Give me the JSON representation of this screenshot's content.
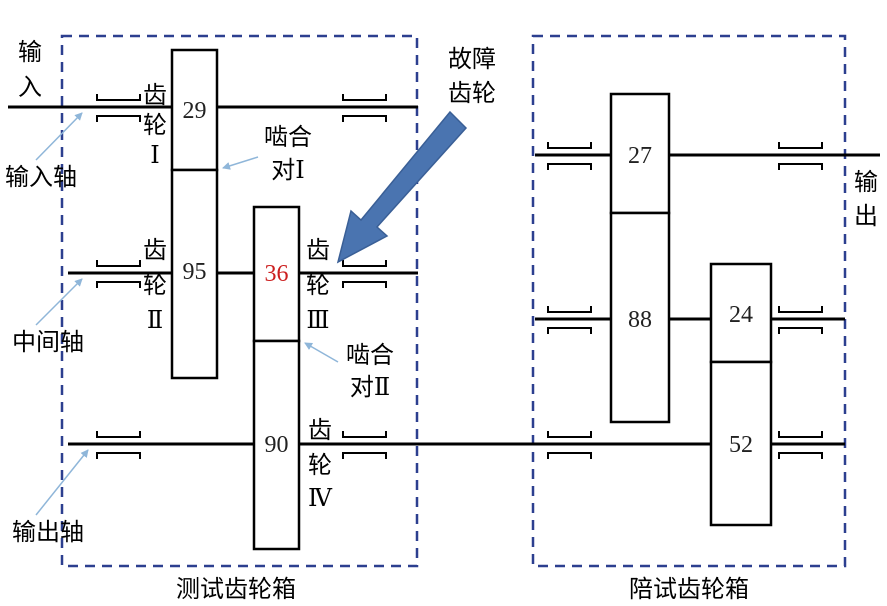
{
  "gearbox_labels": {
    "test": "测试齿轮箱",
    "companion": "陪试齿轮箱"
  },
  "shaft_labels": {
    "input_top": "输",
    "input_bottom": "入",
    "output_top": "输",
    "output_bottom": "出",
    "input_shaft": "输入轴",
    "intermediate_shaft": "中间轴",
    "output_shaft": "输出轴"
  },
  "fault_label": {
    "line1": "故障",
    "line2": "齿轮"
  },
  "gear_labels": [
    {
      "line1": "齿",
      "line2": "轮",
      "line3": "Ⅰ"
    },
    {
      "line1": "齿",
      "line2": "轮",
      "line3": "Ⅱ"
    },
    {
      "line1": "齿",
      "line2": "轮",
      "line3": "Ⅲ"
    },
    {
      "line1": "齿",
      "line2": "轮",
      "line3": "Ⅳ"
    }
  ],
  "mesh_labels": [
    {
      "line1": "啮合",
      "line2": "对Ⅰ"
    },
    {
      "line1": "啮合",
      "line2": "对Ⅱ"
    }
  ],
  "teeth": {
    "g1": "29",
    "g2": "95",
    "g3": "36",
    "g4": "90",
    "c1": "27",
    "c2": "88",
    "c3": "24",
    "c4": "52"
  },
  "colors": {
    "box_border": "#2c3f8f",
    "fault_arrow": "#4a74b0",
    "fault_number": "#cc1f1f",
    "leader_line": "#8fb6d9"
  }
}
